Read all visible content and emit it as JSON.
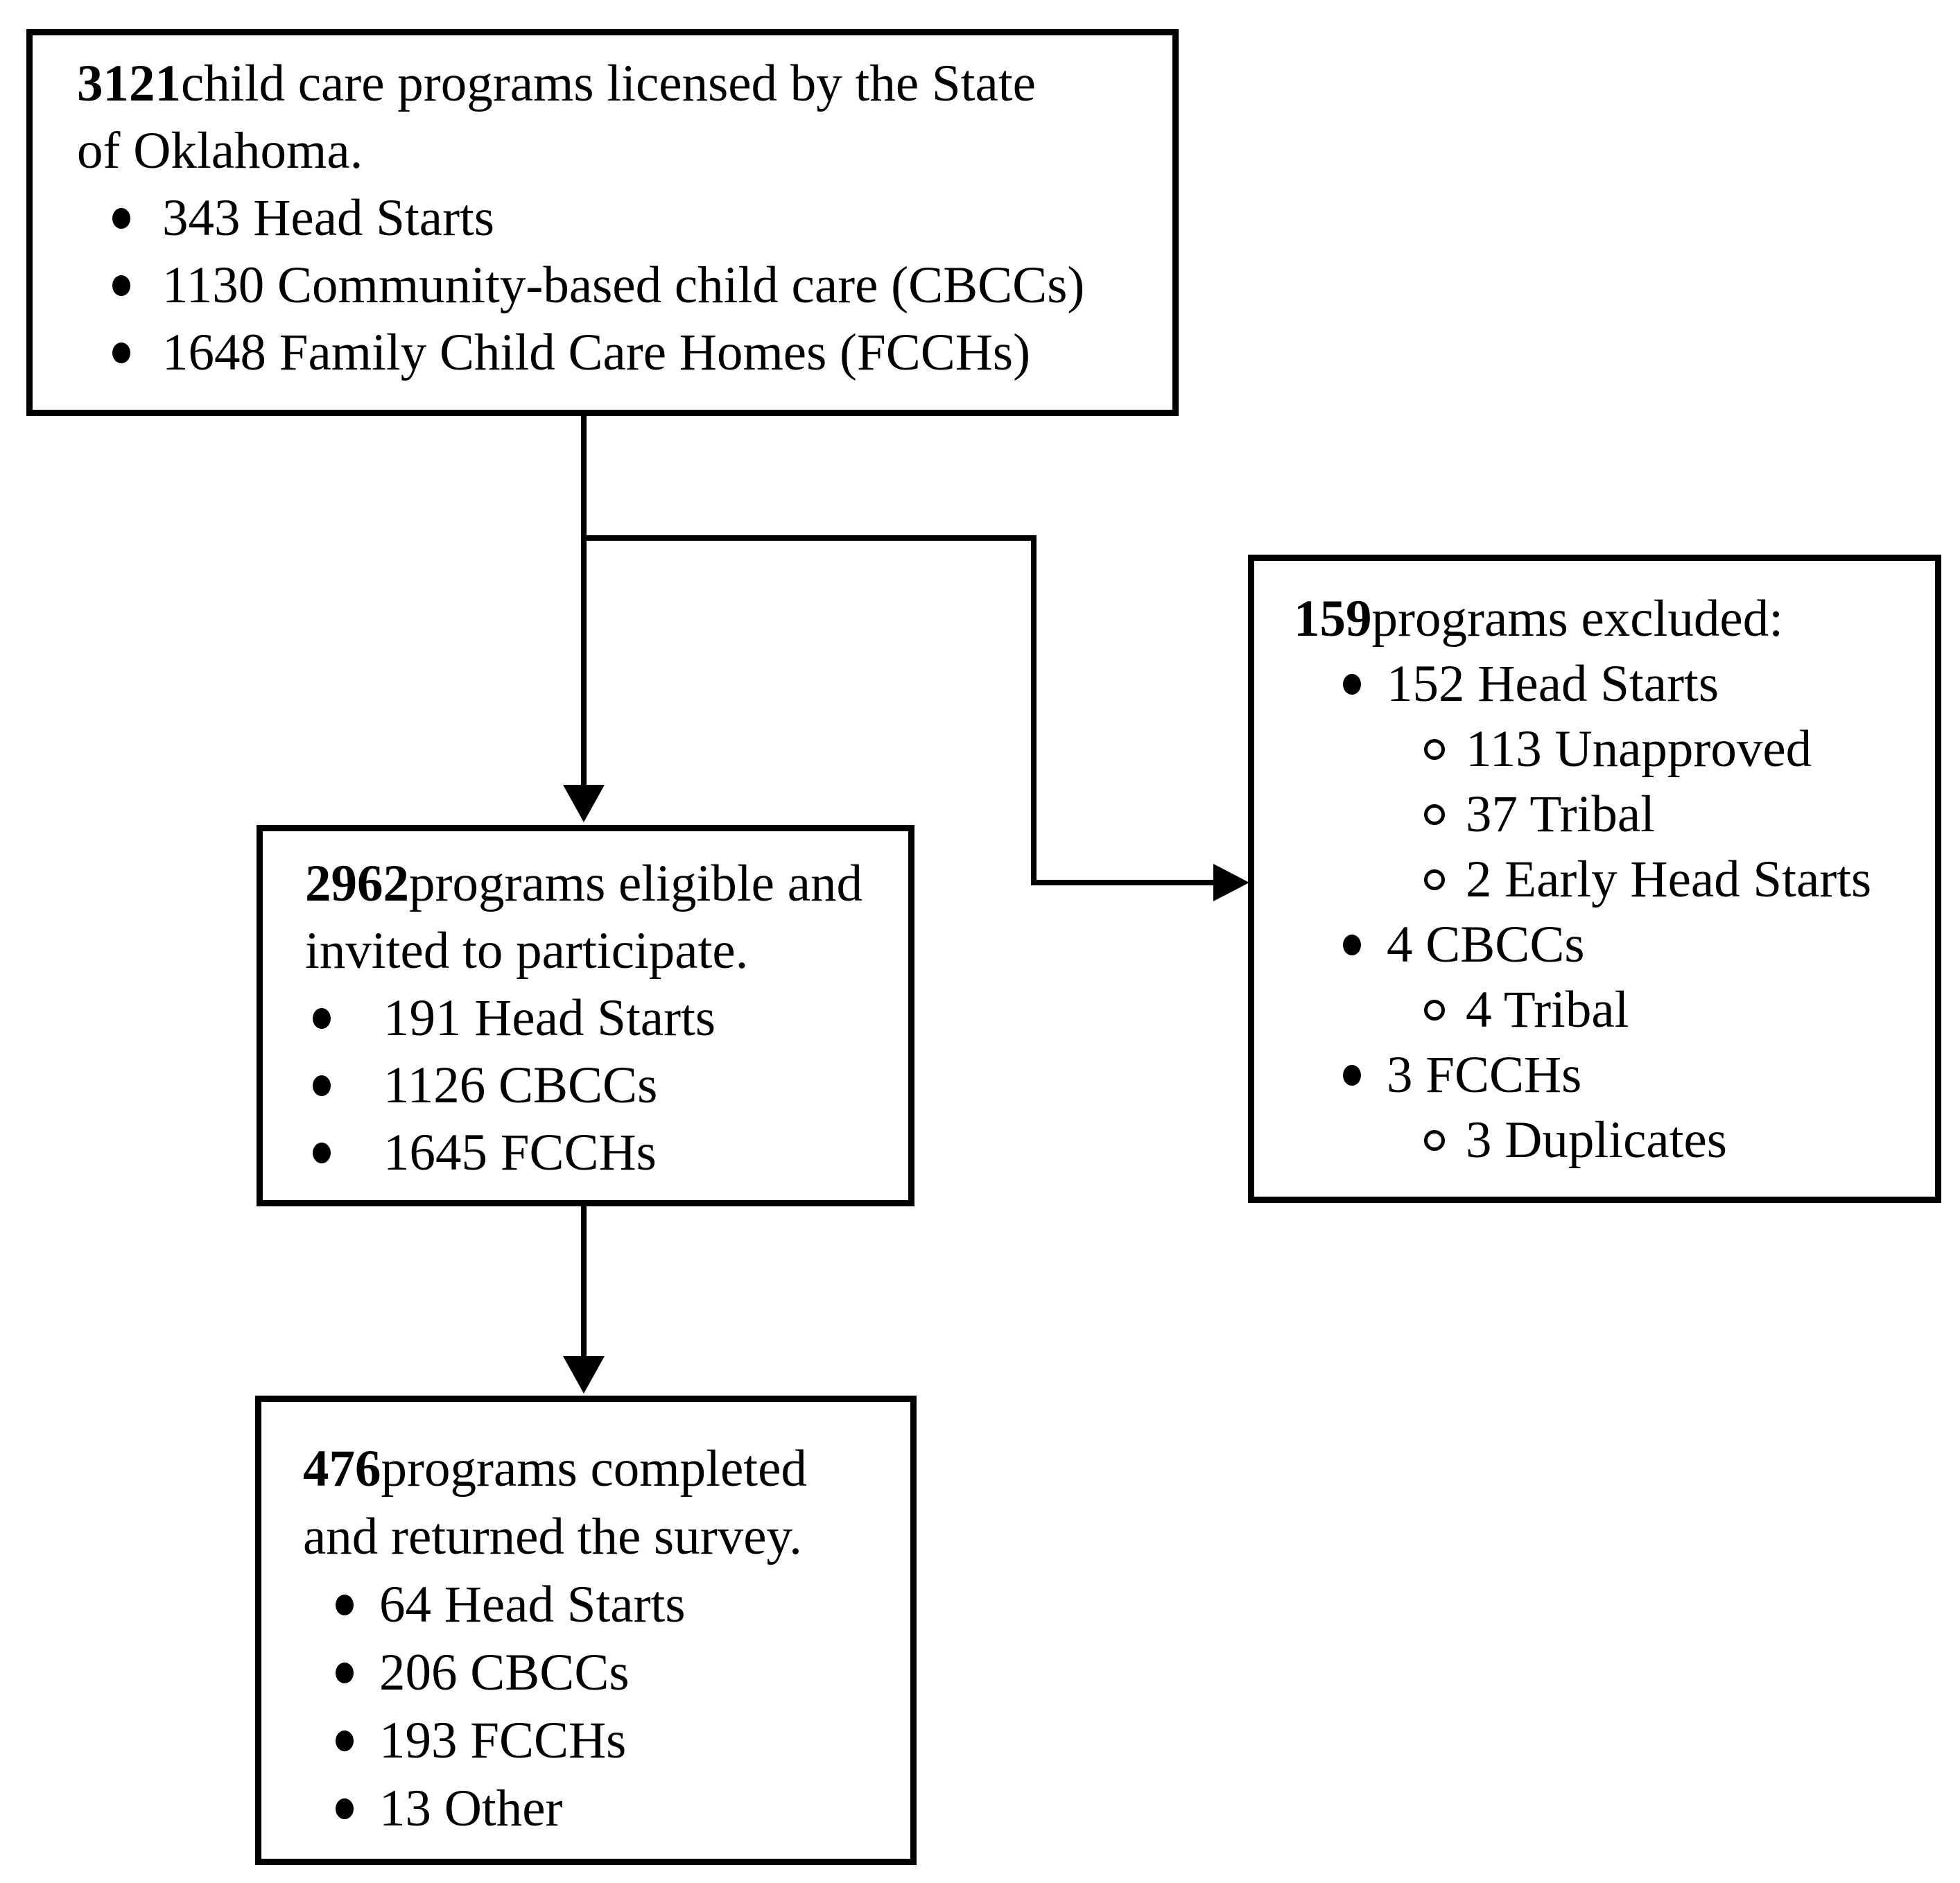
{
  "palette": {
    "ink": "#000000",
    "paper": "#ffffff"
  },
  "flowchart": {
    "boxes": {
      "licensed": {
        "count": "3121",
        "head_rest": " child care programs licensed by the State",
        "head_wrap": "of Oklahoma.",
        "items": [
          "343 Head Starts",
          "1130 Community-based child care (CBCCs)",
          "1648 Family Child Care Homes (FCCHs)"
        ]
      },
      "eligible": {
        "count": "2962",
        "head_rest": " programs eligible and",
        "head_wrap": "invited to participate.",
        "items": [
          "191 Head Starts",
          "1126 CBCCs",
          "1645 FCCHs"
        ]
      },
      "excluded": {
        "count": "159",
        "head_rest": " programs excluded:",
        "items": [
          {
            "label": "152 Head Starts",
            "children": [
              "113 Unapproved",
              "37 Tribal",
              "2 Early Head Starts"
            ]
          },
          {
            "label": "4 CBCCs",
            "children": [
              "4 Tribal"
            ]
          },
          {
            "label": "3 FCCHs",
            "children": [
              "3 Duplicates"
            ]
          }
        ]
      },
      "completed": {
        "count": "476",
        "head_rest": " programs completed",
        "head_wrap": "and returned the survey.",
        "items": [
          "64 Head Starts",
          "206 CBCCs",
          "193 FCCHs",
          "13 Other"
        ]
      }
    }
  }
}
